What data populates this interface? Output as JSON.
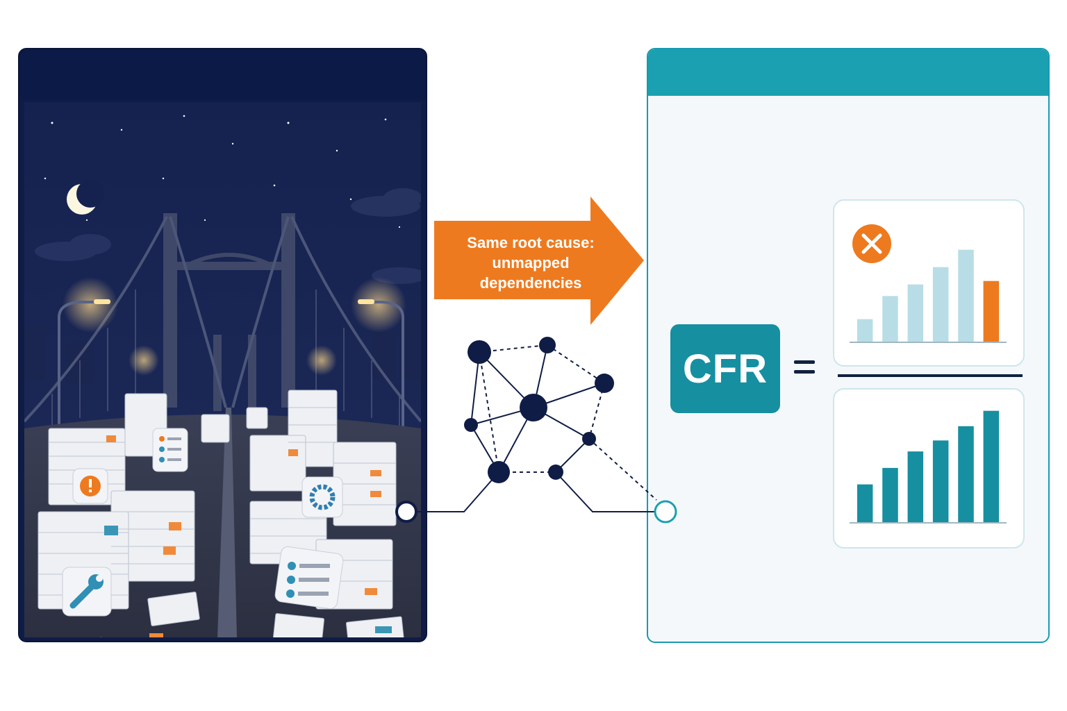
{
  "callout": {
    "lines": [
      "Same root cause:",
      "unmapped",
      "dependencies"
    ],
    "color": "#ee7a1f"
  },
  "formula": {
    "label": "CFR",
    "operator": "="
  },
  "colors": {
    "night": "#0f1c45",
    "teal": "#1ba0b1",
    "teal_dark": "#168fa1",
    "teal_light": "#b8dde6",
    "orange": "#ee7a1f",
    "ink": "#10213f"
  },
  "icons": {
    "moon": "crescent-moon-icon",
    "failure": "x-circle-icon",
    "alert": "exclamation-icon",
    "settings": "gear-icon",
    "tools": "wrench-icon",
    "checklist": "checklist-icon"
  },
  "chart_data": [
    {
      "type": "bar",
      "role": "numerator",
      "values": [
        2,
        4,
        5,
        6.5,
        8,
        5.3
      ],
      "highlight_last": true,
      "colors": [
        "#b8dde6",
        "#b8dde6",
        "#b8dde6",
        "#b8dde6",
        "#b8dde6",
        "#ee7a1f"
      ],
      "ylim": [
        0,
        9
      ]
    },
    {
      "type": "bar",
      "role": "denominator",
      "values": [
        3.5,
        5,
        6.5,
        7.5,
        8.8,
        10.2
      ],
      "colors": [
        "#168fa1",
        "#168fa1",
        "#168fa1",
        "#168fa1",
        "#168fa1",
        "#168fa1"
      ],
      "ylim": [
        0,
        11
      ]
    }
  ]
}
